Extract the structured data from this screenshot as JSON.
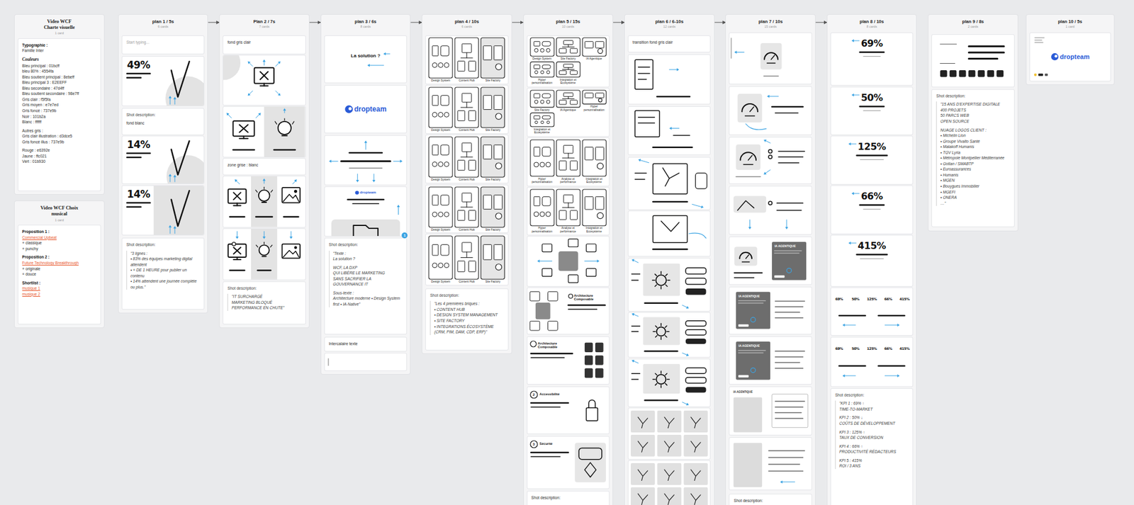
{
  "diagram": {
    "nodes": [
      {
        "text": [
          "Video WCF Charte visuelle",
          "1 card"
        ]
      },
      {
        "text": [
          "Typographie :",
          "Famille Inter",
          "Couleurs",
          "Bleu principal : 01bcff",
          "bleu 80% : 4554fa",
          "Bleu soutient principal : 8ebeff",
          "Bleu principal 3 : E2EEFF",
          "Bleu secondaire : 47d4ff",
          "Bleu soutient secondaire : 98e7ff",
          "Gris clair : f5f5fa",
          "Gris moyen : e7e7ed",
          "Gris foncé : 737e9b",
          "Noir : 101b2a",
          "Blanc : ffffff",
          "Autres gris :",
          "Gris clair illustration : d3dce5",
          "Gris foncé illus : 737e9b",
          "Rouge : e6392e",
          "Jaune : ffc021",
          "Vert : 01b930"
        ],
        "in": 0
      },
      {
        "text": [
          "Video WCF Choix musical",
          "1 card"
        ]
      },
      {
        "text": [
          "Proposition 1 :",
          "Commercial Upbeat",
          "+ classique",
          "+ punchy",
          "Proposition 2 :",
          "Future Technology Breakthrough",
          "+ originale",
          "+ douce",
          "Shortlist :",
          "musique 1",
          "musique 2"
        ],
        "in": 2
      },
      {
        "text": [
          "plan 1 / 5s",
          "6 cards"
        ]
      },
      {
        "text": [
          "Start typing..."
        ],
        "in": 4
      },
      {
        "text": [
          "49%"
        ],
        "in": 4
      },
      {
        "text": [
          "Shot description:",
          "fond blanc"
        ],
        "in": 4
      },
      {
        "text": [
          "14%"
        ],
        "in": 4
      },
      {
        "text": [
          "14%"
        ],
        "in": 4
      },
      {
        "text": [
          "Shot description:",
          "\"3 lignes :",
          "• 83% des équipes marketing digital attendent",
          "• + DE 1 HEURE pour publier un contenu",
          "• 14% attendent une journée complète ou plus.\""
        ],
        "in": 4
      },
      {
        "text": [
          "Plan 2 / 7s",
          "7 cards"
        ]
      },
      {
        "text": [
          "fond gris clair"
        ],
        "in": 11
      },
      {
        "text": [
          "zone grise : blanc"
        ],
        "in": 11
      },
      {
        "text": [
          "Shot description:",
          "\"IT SURCHARGÉ",
          "MARKETING BLOQUÉ",
          "PERFORMANCE EN CHUTE\""
        ],
        "in": 11
      },
      {
        "text": [
          "plan 3 / 6s",
          "8 cards"
        ]
      },
      {
        "text": [
          "La solution ?"
        ],
        "in": 15
      },
      {
        "text": [
          "dropteam"
        ],
        "in": 15
      },
      {
        "text": [
          "dropteam"
        ],
        "in": 15
      },
      {
        "text": [
          "Shot description:",
          "\"Texte :",
          "La solution ?",
          "WCF, LA DXP",
          "QUI LIBÈRE LE MARKETING",
          "SANS SACRIFIER LA GOUVERNANCE IT",
          "Sous-texte :",
          "Architecture moderne • Design System first • IA-Native\""
        ],
        "in": 15
      },
      {
        "text": [
          "Intercalaire texte"
        ],
        "in": 15
      },
      {
        "text": [
          "plan 4 / 10s",
          "6 cards"
        ]
      },
      {
        "text": [
          "Design System",
          "Content Hub",
          "Site Factory"
        ],
        "in": 21
      },
      {
        "text": [
          "Design System",
          "Content Hub",
          "Site Factory"
        ],
        "in": 21
      },
      {
        "text": [
          "Design System",
          "Content Hub",
          "Site Factory"
        ],
        "in": 21
      },
      {
        "text": [
          "Design System",
          "Content Hub",
          "Site Factory"
        ],
        "in": 21
      },
      {
        "text": [
          "Design System",
          "Content Hub",
          "Site Factory"
        ],
        "in": 21
      },
      {
        "text": [
          "Shot description:",
          "\"Les 4 premières briques :",
          "• CONTENT HUB",
          "• DESIGN SYSTEM MANAGEMENT",
          "• SITE FACTORY",
          "• INTEGRATIONS ÉCOSYSTÈME (CRM, PIM, DAM, CDP, ERP)\""
        ],
        "in": 21
      },
      {
        "text": [
          "plan 5 / 15s",
          "10 cards"
        ]
      },
      {
        "text": [
          "Design System",
          "Site Factory",
          "IA Agentique",
          "Hyper personnalisation",
          "Intégration et Ecosystème"
        ],
        "in": 28
      },
      {
        "text": [
          "Site Factory",
          "IA Agentique",
          "Hyper personnalisation",
          "Intégration et Ecosystème"
        ],
        "in": 28
      },
      {
        "text": [
          "Hyper personnalisation",
          "Analyse et performance",
          "Intégration et Ecosystème"
        ],
        "in": 28
      },
      {
        "text": [
          "Hyper personnalisation",
          "Analyse et performance",
          "Intégration et Ecosystème"
        ],
        "in": 28
      },
      {
        "text": [
          "Architecture Composable"
        ],
        "in": 28
      },
      {
        "text": [
          "Architecture Composable"
        ],
        "in": 28
      },
      {
        "text": [
          "2",
          "Accessibilité"
        ],
        "in": 28
      },
      {
        "text": [
          "3",
          "Sécurité"
        ],
        "in": 28
      },
      {
        "text": [
          "Shot description:"
        ],
        "in": 28
      },
      {
        "text": [
          "plan 6 / 6-10s",
          "12 cards"
        ]
      },
      {
        "text": [
          "transition fond gris clair"
        ],
        "in": 38
      },
      {
        "text": [
          "plan 7 / 10s",
          "15 cards"
        ]
      },
      {
        "text": [
          "IA AGENTIQUE"
        ],
        "in": 40
      },
      {
        "text": [
          "IA AGENTIQUE"
        ],
        "in": 40
      },
      {
        "text": [
          "IA AGENTIQUE"
        ],
        "in": 40
      },
      {
        "text": [
          "IA AGENTIQUE"
        ],
        "in": 40
      },
      {
        "text": [
          "Shot description:"
        ],
        "in": 40
      },
      {
        "text": [
          "plan 8 / 10s",
          "8 cards"
        ]
      },
      {
        "text": [
          "69%"
        ],
        "in": 46
      },
      {
        "text": [
          "50%"
        ],
        "in": 46
      },
      {
        "text": [
          "125%"
        ],
        "in": 46
      },
      {
        "text": [
          "66%"
        ],
        "in": 46
      },
      {
        "text": [
          "415%"
        ],
        "in": 46
      },
      {
        "text": [
          "69%",
          "50%",
          "125%",
          "66%",
          "415%"
        ],
        "in": 46
      },
      {
        "text": [
          "69%",
          "50%",
          "125%",
          "66%",
          "415%"
        ],
        "in": 46
      },
      {
        "text": [
          "Shot description:",
          "\"KPI 1 : 69% ↑",
          "TIME-TO-MARKET",
          "KPI 2 : 50% ↓",
          "COÛTS DE DÉVELOPPEMENT",
          "KPI 3 : 125% ↑",
          "TAUX DE CONVERSION",
          "KPI 4 : 66% ↑",
          "PRODUCTIVITÉ RÉDACTEURS",
          "KPI 5 : 415%",
          "ROI / 3 ANS"
        ],
        "in": 46
      },
      {
        "text": [
          "plan 9 / 8s",
          "2 cards"
        ]
      },
      {
        "text": [
          "Shot description:",
          "\"15 ANS D'EXPERTISE DIGITALE",
          "400 PROJETS",
          "50 PARCS WEB",
          "OPEN SOURCE",
          "NUAGE LOGOS CLIENT :",
          "• Michelin Lion",
          "• Groupe Vivalto Santé",
          "• Malakoff Humanis",
          "• TGV Lyria",
          "• Métropole Montpellier Méditerranée",
          "• Gotlan / SMABTP",
          "• Euroassurances",
          "• Humanis",
          "• MGEN",
          "• Bouygues Immobilier",
          "• MGEFI",
          "• ONERA",
          "…\""
        ],
        "in": 55
      },
      {
        "text": [
          "plan 10 / 5s",
          "1 card"
        ]
      },
      {
        "text": [
          "dropteam"
        ],
        "in": 57
      }
    ],
    "edges": [
      {
        "from": 4,
        "to": 11,
        "arrow": "to"
      },
      {
        "from": 11,
        "to": 15,
        "arrow": "to"
      },
      {
        "from": 15,
        "to": 21,
        "arrow": "to"
      },
      {
        "from": 21,
        "to": 28,
        "arrow": "to"
      },
      {
        "from": 28,
        "to": 38,
        "arrow": "to"
      },
      {
        "from": 38,
        "to": 40,
        "arrow": "to"
      },
      {
        "from": 40,
        "to": 46,
        "arrow": "to"
      }
    ],
    "labels": [
      "1"
    ]
  }
}
